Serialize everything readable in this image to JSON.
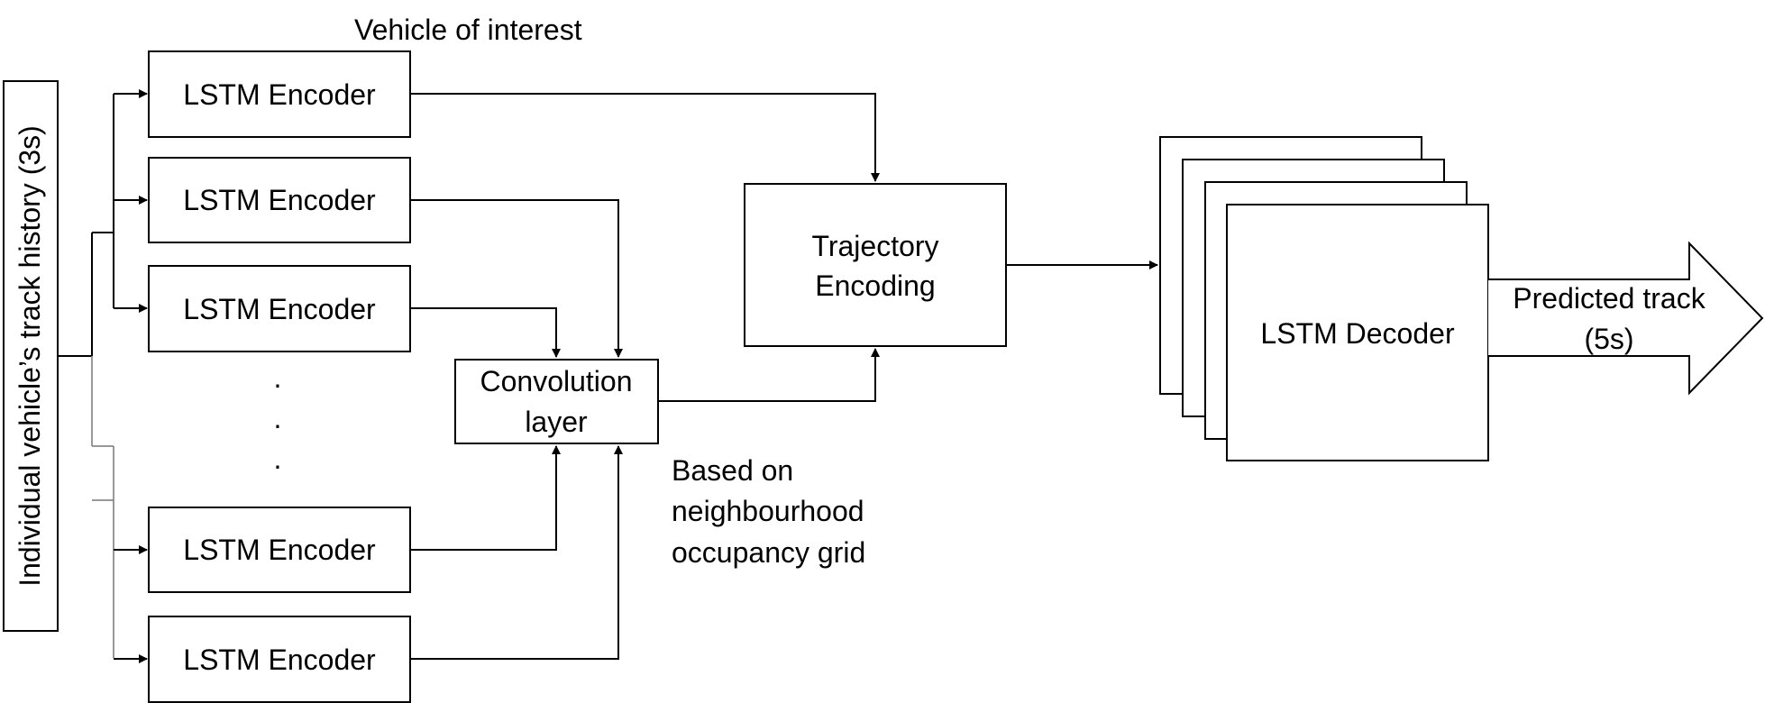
{
  "diagram": {
    "input_label": "Individual vehicle’s track history (3s)",
    "vehicle_of_interest_label": "Vehicle of interest",
    "encoders": [
      {
        "label": "LSTM Encoder"
      },
      {
        "label": "LSTM Encoder"
      },
      {
        "label": "LSTM Encoder"
      },
      {
        "label": "LSTM Encoder"
      },
      {
        "label": "LSTM Encoder"
      }
    ],
    "ellipsis": [
      ".",
      ".",
      "."
    ],
    "convolution": {
      "line1": "Convolution",
      "line2": "layer"
    },
    "trajectory": {
      "line1": "Trajectory",
      "line2": "Encoding"
    },
    "decoder_label": "LSTM Decoder",
    "grid_note": [
      "Based on",
      "neighbourhood",
      "occupancy grid"
    ],
    "output": {
      "line1": "Predicted track",
      "line2": "(5s)"
    }
  }
}
